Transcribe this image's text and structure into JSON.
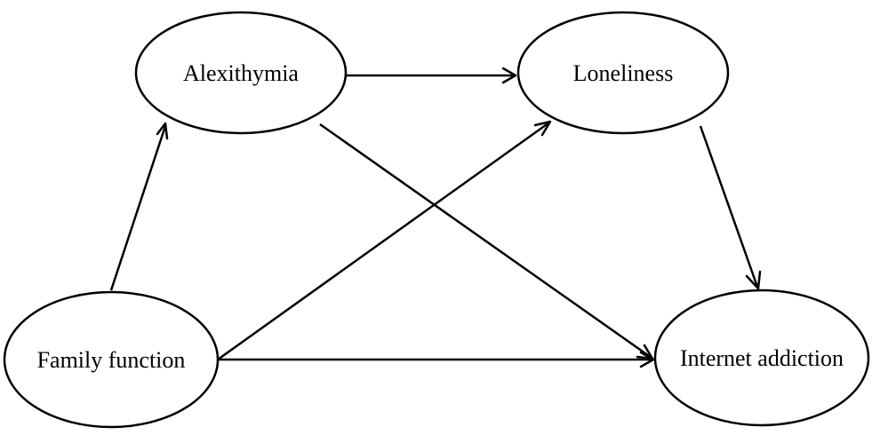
{
  "nodes": {
    "alexithymia": {
      "label": "Alexithymia"
    },
    "loneliness": {
      "label": "Loneliness"
    },
    "family_function": {
      "label": "Family function"
    },
    "internet_addiction": {
      "label": "Internet addiction"
    }
  },
  "edges": [
    {
      "from": "alexithymia",
      "to": "loneliness"
    },
    {
      "from": "family_function",
      "to": "alexithymia"
    },
    {
      "from": "alexithymia",
      "to": "internet_addiction"
    },
    {
      "from": "family_function",
      "to": "loneliness"
    },
    {
      "from": "loneliness",
      "to": "internet_addiction"
    },
    {
      "from": "family_function",
      "to": "internet_addiction"
    }
  ],
  "colors": {
    "stroke": "#000000",
    "fill": "#ffffff"
  }
}
